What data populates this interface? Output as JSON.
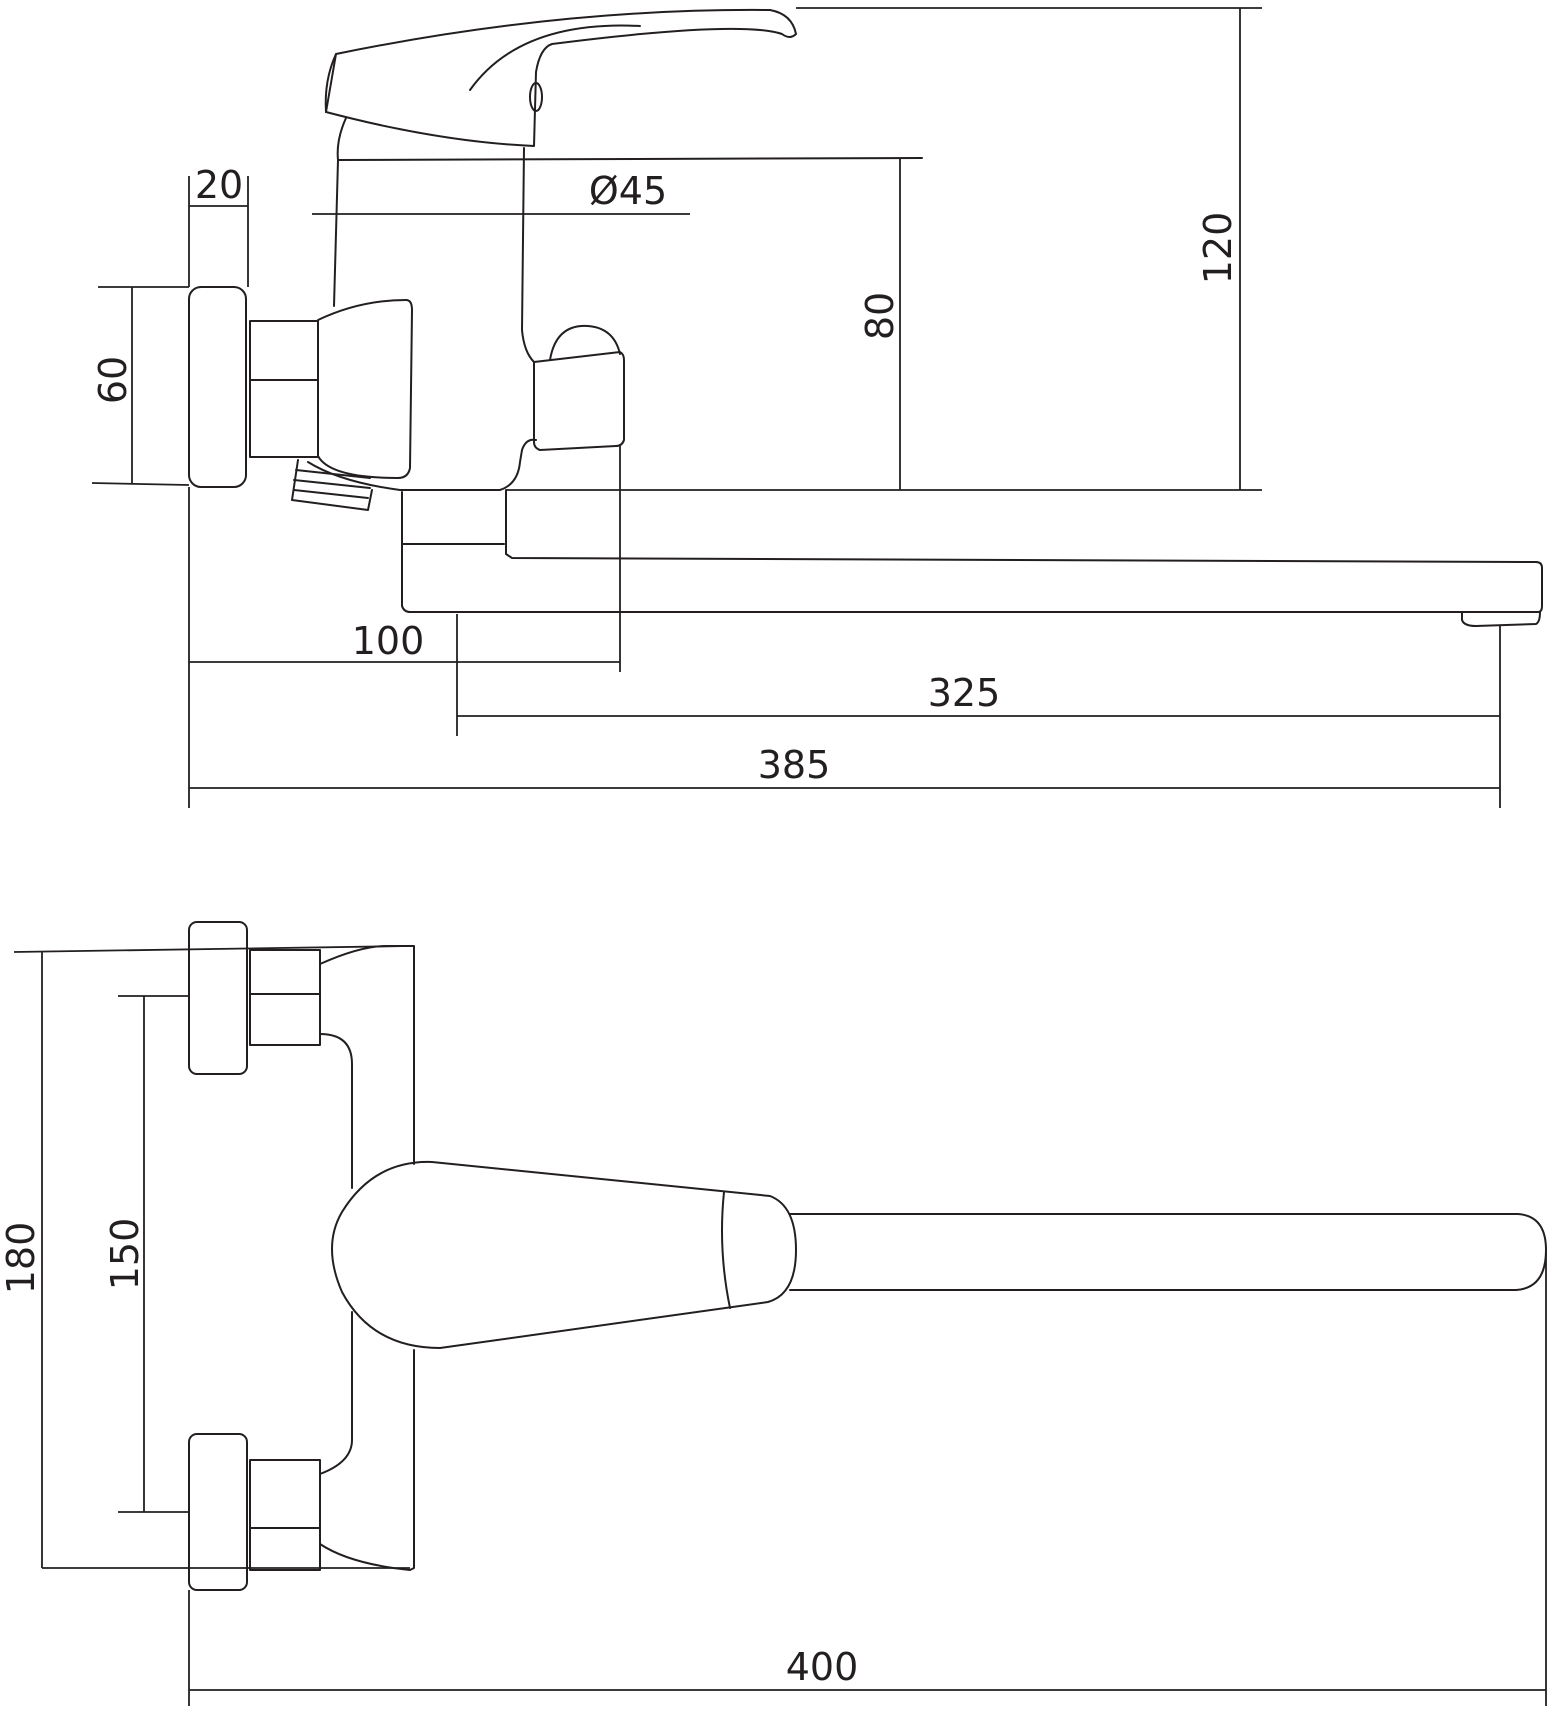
{
  "dimensions": {
    "side_view": {
      "wall_plate_depth": "20",
      "cartridge_diameter": "Ø45",
      "eccentric_height": "60",
      "body_height": "80",
      "total_height": "120",
      "inlet_to_diverter": "100",
      "spout_reach": "325",
      "total_length": "385"
    },
    "top_view": {
      "total_width": "180",
      "inlet_spacing": "150",
      "total_length": "400"
    }
  }
}
